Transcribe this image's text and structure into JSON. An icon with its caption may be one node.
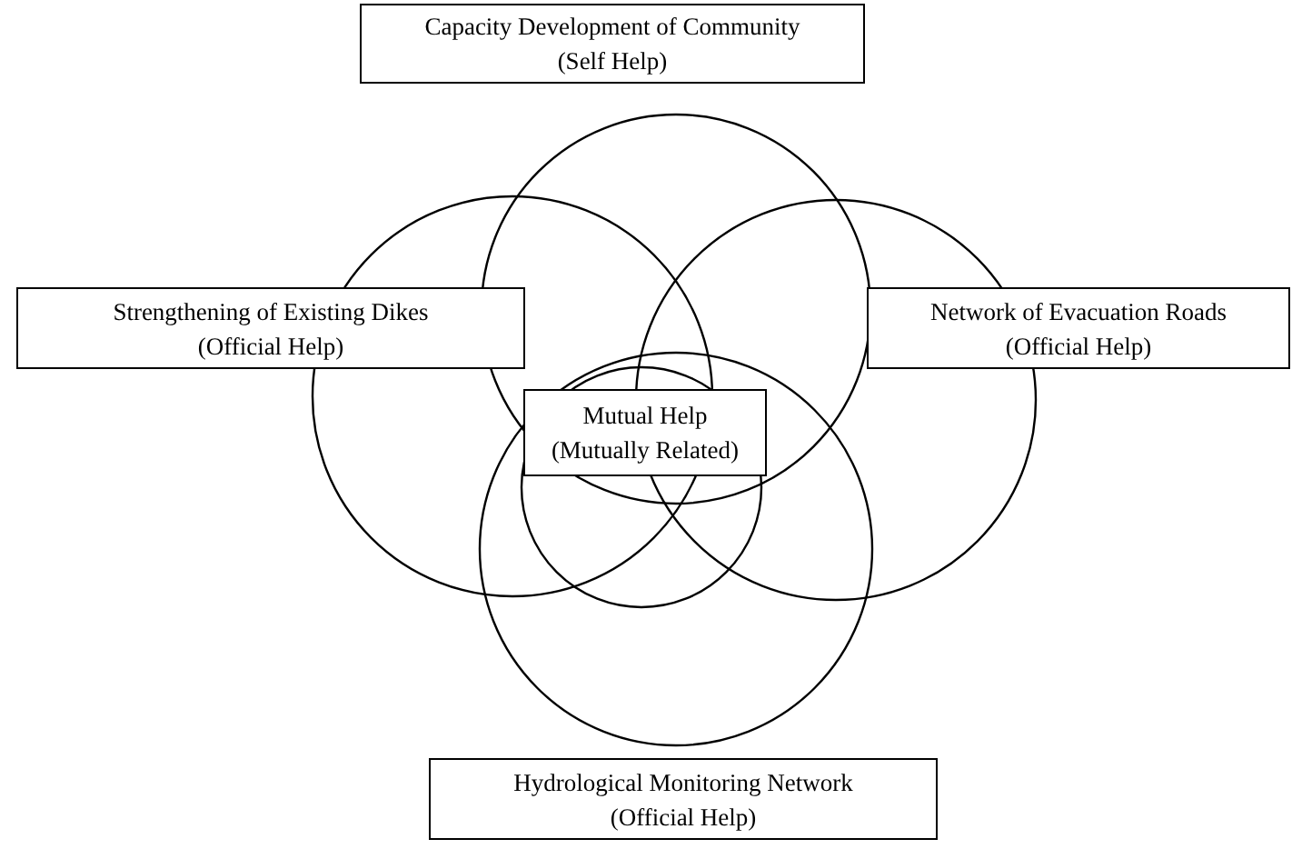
{
  "diagram": {
    "nodes": [
      {
        "text": [
          "Capacity Development of Community",
          "(Self Help)"
        ]
      },
      {
        "text": [
          "Strengthening of Existing Dikes",
          "(Official Help)"
        ]
      },
      {
        "text": [
          "Network of Evacuation Roads",
          "(Official Help)"
        ]
      },
      {
        "text": [
          "Mutual Help",
          "(Mutually Related)"
        ]
      },
      {
        "text": [
          "Hydrological Monitoring Network",
          "(Official Help)"
        ]
      }
    ]
  }
}
